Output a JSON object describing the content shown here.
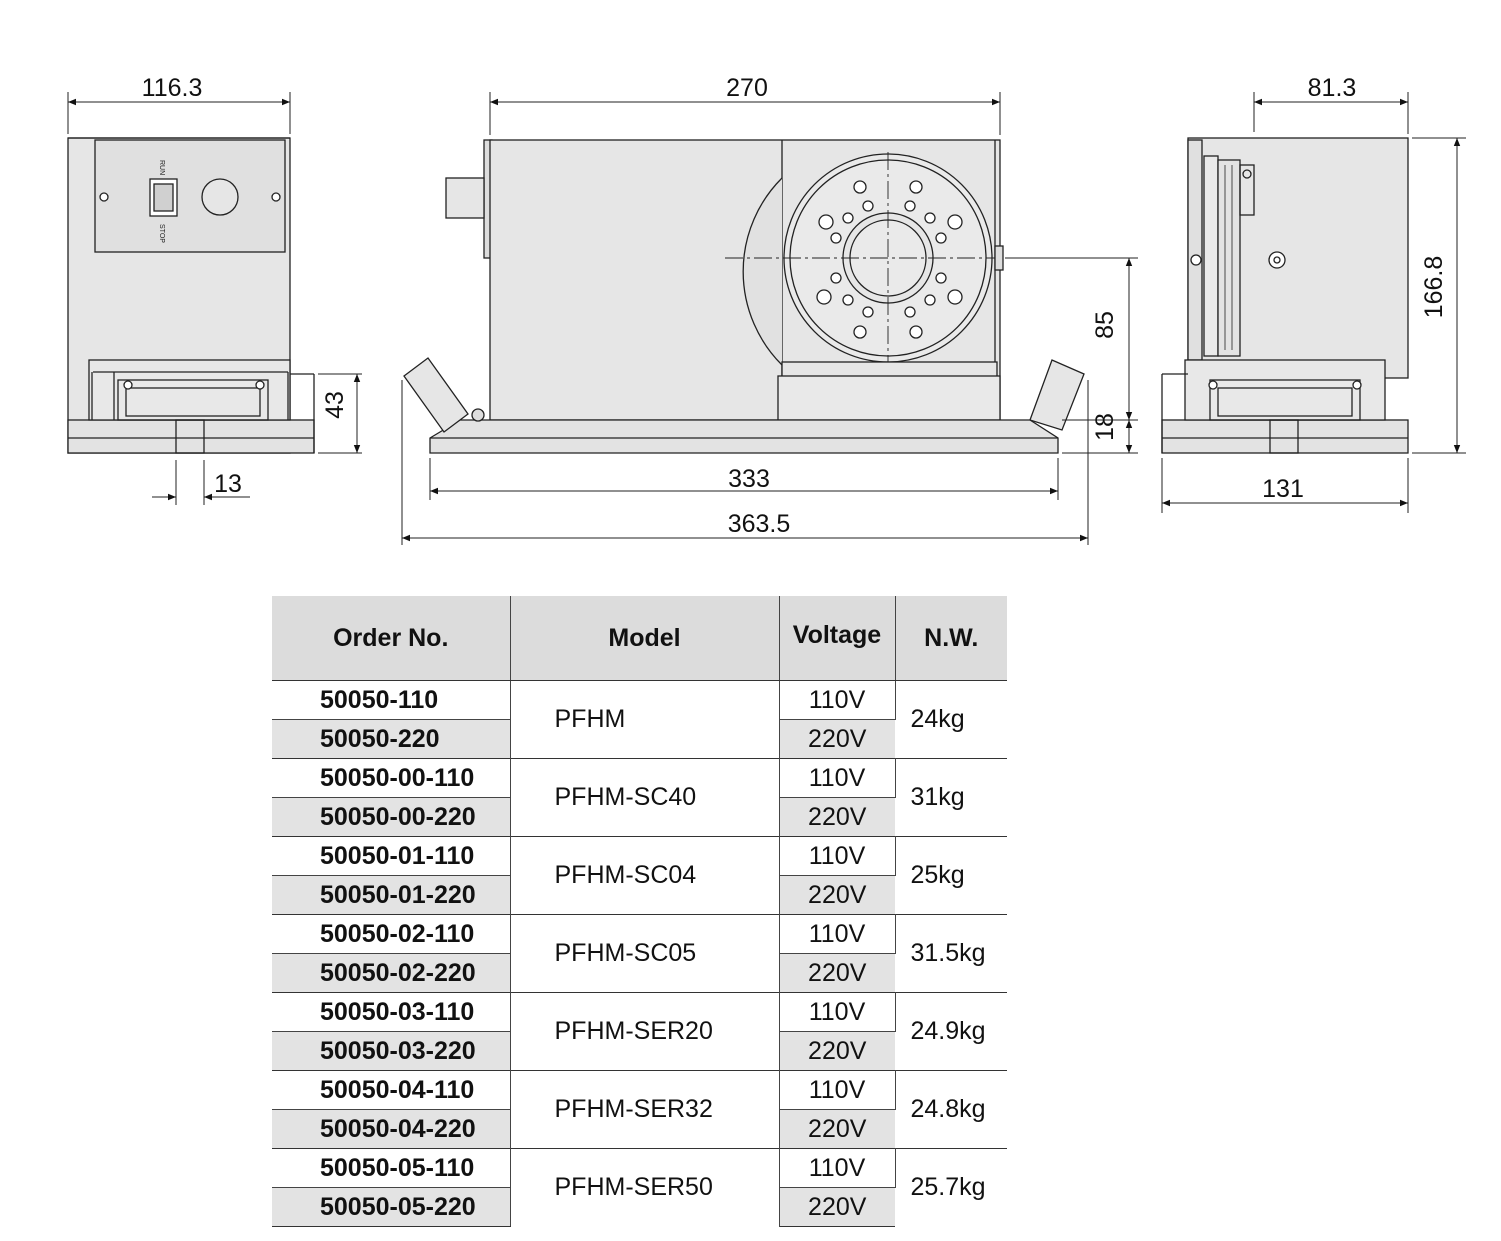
{
  "dimensions": {
    "front_width": "116.3",
    "base_height": "43",
    "slot_width": "13",
    "top_length": "270",
    "center_height": "85",
    "base_thickness": "18",
    "base_length": "333",
    "overall_length": "363.5",
    "side_width": "81.3",
    "overall_height": "166.8",
    "side_base_width": "131"
  },
  "switch": {
    "run": "RUN",
    "stop": "STOP"
  },
  "table": {
    "headers": {
      "order": "Order No.",
      "model": "Model",
      "voltage": "Voltage",
      "nw": "N.W."
    },
    "groups": [
      {
        "orders": [
          "50050-110",
          "50050-220"
        ],
        "model": "PFHM",
        "voltages": [
          "110V",
          "220V"
        ],
        "nw": "24kg"
      },
      {
        "orders": [
          "50050-00-110",
          "50050-00-220"
        ],
        "model": "PFHM-SC40",
        "voltages": [
          "110V",
          "220V"
        ],
        "nw": "31kg"
      },
      {
        "orders": [
          "50050-01-110",
          "50050-01-220"
        ],
        "model": "PFHM-SC04",
        "voltages": [
          "110V",
          "220V"
        ],
        "nw": "25kg"
      },
      {
        "orders": [
          "50050-02-110",
          "50050-02-220"
        ],
        "model": "PFHM-SC05",
        "voltages": [
          "110V",
          "220V"
        ],
        "nw": "31.5kg"
      },
      {
        "orders": [
          "50050-03-110",
          "50050-03-220"
        ],
        "model": "PFHM-SER20",
        "voltages": [
          "110V",
          "220V"
        ],
        "nw": "24.9kg"
      },
      {
        "orders": [
          "50050-04-110",
          "50050-04-220"
        ],
        "model": "PFHM-SER32",
        "voltages": [
          "110V",
          "220V"
        ],
        "nw": "24.8kg"
      },
      {
        "orders": [
          "50050-05-110",
          "50050-05-220"
        ],
        "model": "PFHM-SER50",
        "voltages": [
          "110V",
          "220V"
        ],
        "nw": "25.7kg"
      }
    ]
  },
  "colors": {
    "body_fill": "#e6e6e6",
    "header_fill": "#dcdcdc",
    "shade_fill": "#e3e3e3",
    "line": "#222222"
  }
}
